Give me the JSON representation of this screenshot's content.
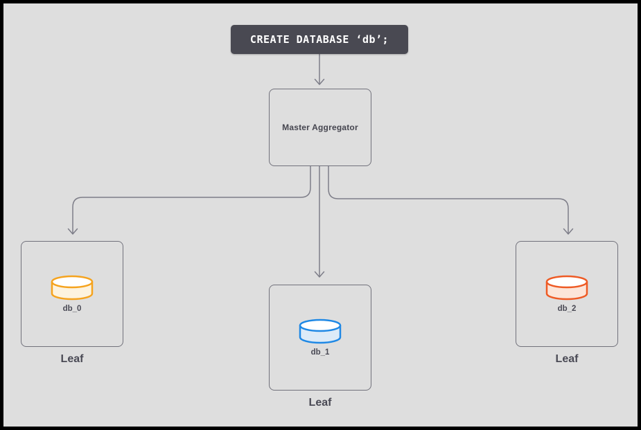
{
  "frame": {
    "background": "#dedede",
    "border_color": "#000000"
  },
  "sql_box": {
    "label": "CREATE DATABASE ‘db’;",
    "background": "#494952",
    "text_color": "#ffffff"
  },
  "master_box": {
    "label": "Master Aggregator"
  },
  "connectors": {
    "color": "#7d7d88"
  },
  "node_border_color": "#71717b",
  "leaves": [
    {
      "db_label": "db_0",
      "leaf_label": "Leaf",
      "accent": "#f5a31e",
      "tint": "#fdf3df"
    },
    {
      "db_label": "db_1",
      "leaf_label": "Leaf",
      "accent": "#1e88e5",
      "tint": "#dcebf8"
    },
    {
      "db_label": "db_2",
      "leaf_label": "Leaf",
      "accent": "#ee5a24",
      "tint": "#fce5d9"
    }
  ]
}
